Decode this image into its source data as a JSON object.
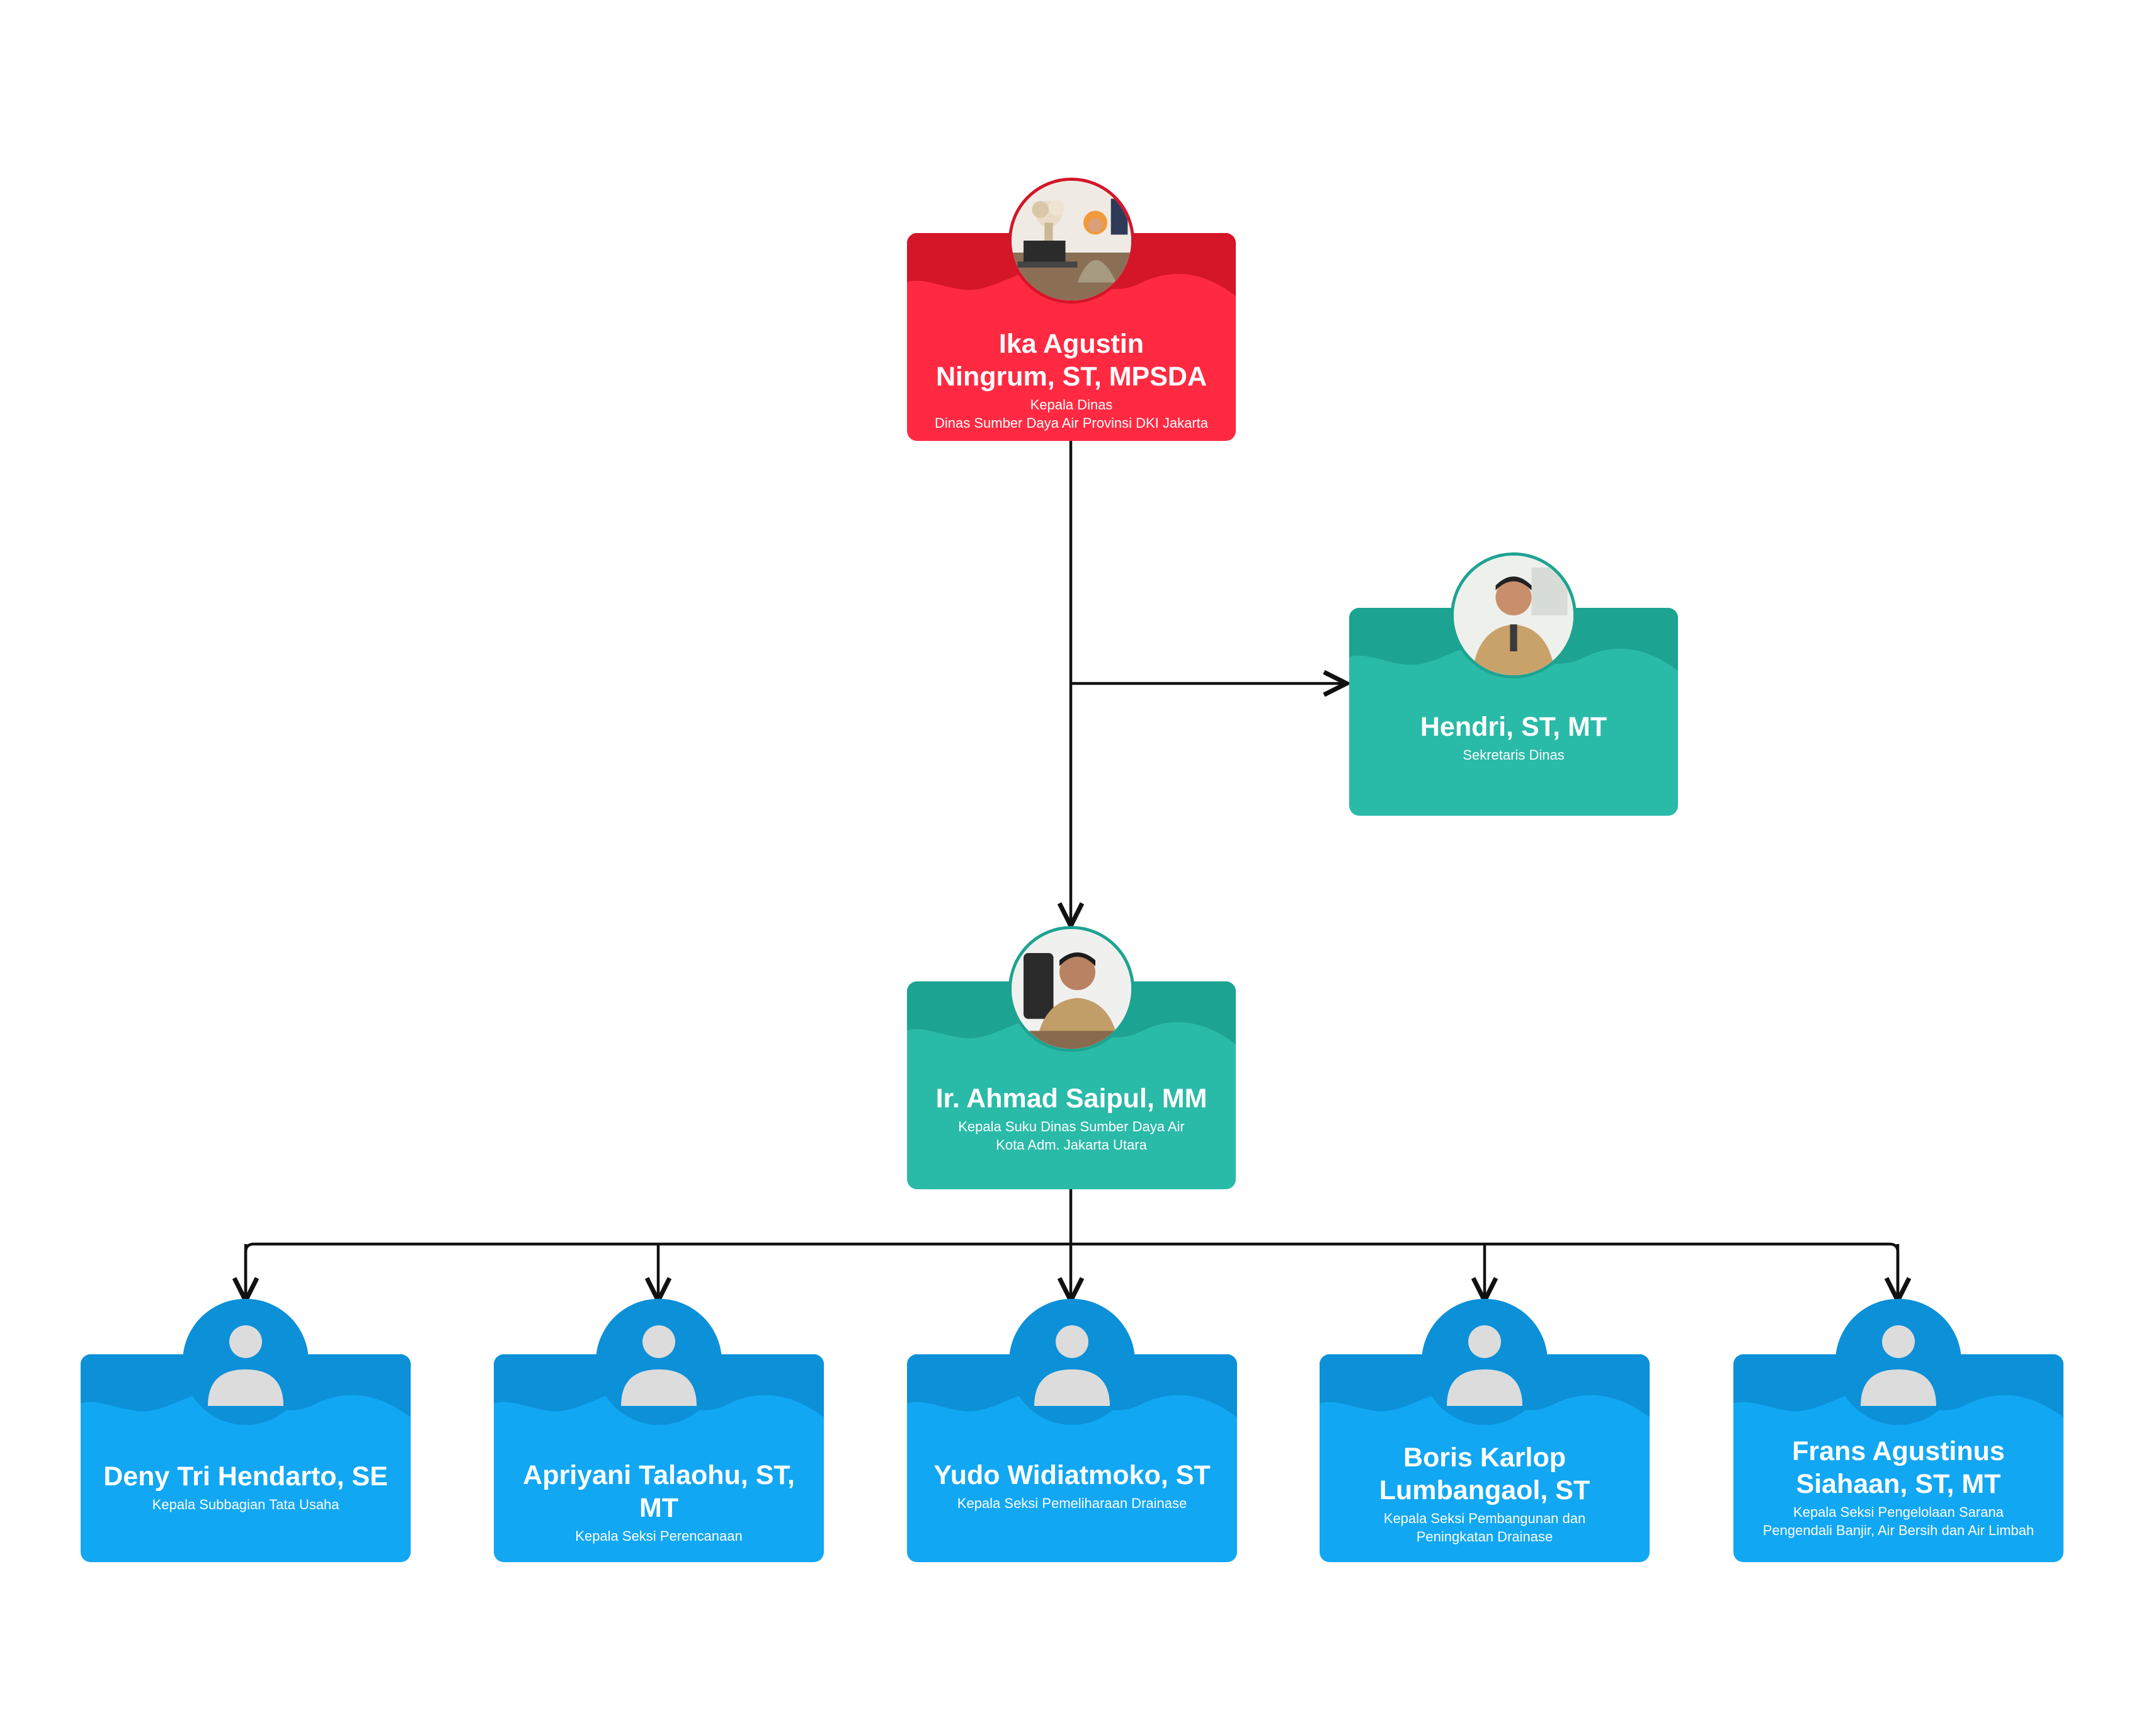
{
  "colors": {
    "red": "#ff2a42",
    "red_dark": "#d51528",
    "teal": "#2abaa8",
    "teal_dark": "#1da391",
    "blue": "#11a7f3",
    "blue_dark": "#0c90d8",
    "line": "#111111"
  },
  "head": {
    "name": "Ika Agustin\nNingrum, ST, MPSDA",
    "role": "Kepala Dinas\nDinas Sumber Daya Air Provinsi DKI Jakarta",
    "avatar": "office-photo-icon"
  },
  "secretary": {
    "name": "Hendri, ST, MT",
    "role": "Sekretaris Dinas",
    "avatar": "portrait-photo-icon"
  },
  "suku_dinas": {
    "name": "Ir. Ahmad Saipul, MM",
    "role": "Kepala Suku Dinas Sumber Daya Air\nKota Adm. Jakarta Utara",
    "avatar": "portrait-photo-icon"
  },
  "staff": [
    {
      "name": "Deny Tri Hendarto, SE",
      "role": "Kepala Subbagian Tata Usaha",
      "avatar": "user-placeholder-icon"
    },
    {
      "name": "Apriyani Talaohu, ST, MT",
      "role": "Kepala Seksi Perencanaan",
      "avatar": "user-placeholder-icon"
    },
    {
      "name": "Yudo Widiatmoko, ST",
      "role": "Kepala Seksi Pemeliharaan Drainase",
      "avatar": "user-placeholder-icon"
    },
    {
      "name": "Boris Karlop\nLumbangaol, ST",
      "role": "Kepala Seksi Pembangunan dan\nPeningkatan Drainase",
      "avatar": "user-placeholder-icon"
    },
    {
      "name": "Frans Agustinus\nSiahaan, ST, MT",
      "role": "Kepala Seksi Pengelolaan Sarana\nPengendali Banjir, Air Bersih dan Air Limbah",
      "avatar": "user-placeholder-icon"
    }
  ]
}
